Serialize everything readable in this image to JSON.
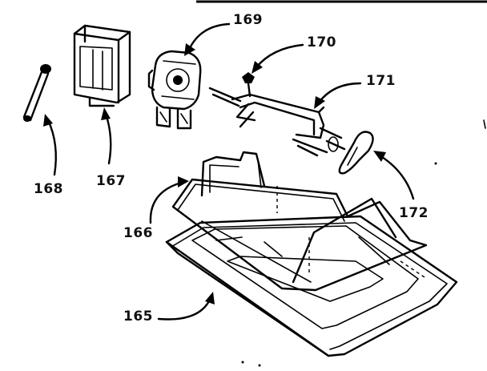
{
  "labels": {
    "p165": "165",
    "p166": "166",
    "p167": "167",
    "p168": "168",
    "p169": "169",
    "p170": "170",
    "p171": "171",
    "p172": "172"
  }
}
